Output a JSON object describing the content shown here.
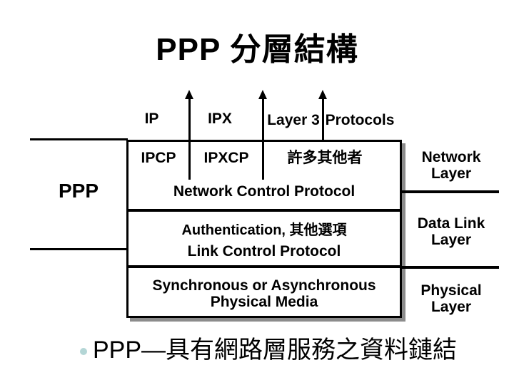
{
  "slide": {
    "title": "PPP 分層結構",
    "bullet_text": "PPP—具有網路層服務之資料鏈結"
  },
  "diagram": {
    "bracket_label": "PPP",
    "upper_protocols": {
      "ip": "IP",
      "ipx": "IPX",
      "layer3": "Layer 3",
      "protocols": "Protocols"
    },
    "ncp": {
      "ipcp": "IPCP",
      "ipxcp": "IPXCP",
      "others": "許多其他者",
      "name": "Network Control Protocol"
    },
    "lcp": {
      "options": "Authentication, 其他選項",
      "name": "Link Control Protocol"
    },
    "physical_media": {
      "line1": "Synchronous or Asynchronous",
      "line2": "Physical Media"
    },
    "osi_layers": {
      "network": "Network Layer",
      "data_link": "Data Link Layer",
      "physical": "Physical Layer"
    }
  },
  "colors": {
    "ink": "#000000",
    "background": "#ffffff",
    "box_shadow": "#8c8c8c",
    "bullet_dot": "#b4d6d6"
  }
}
